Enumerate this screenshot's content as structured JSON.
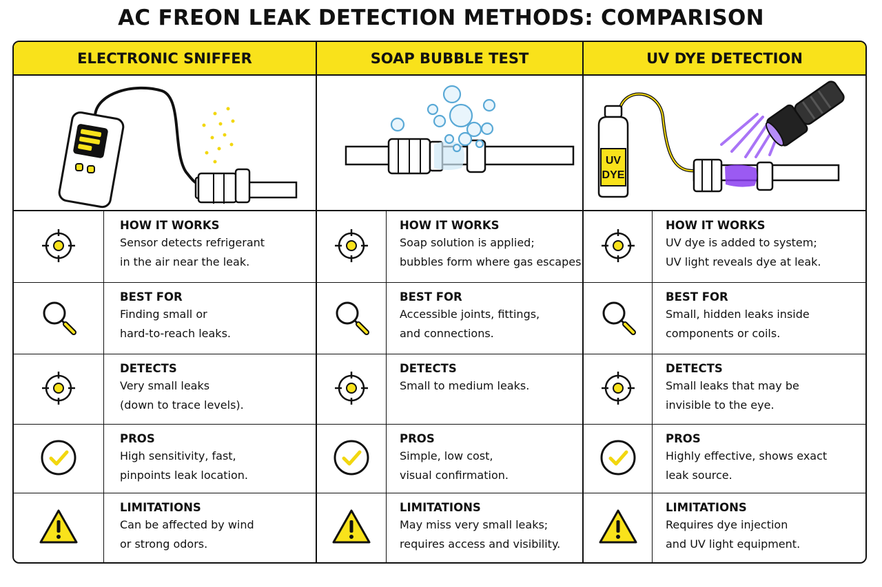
{
  "title": "AC FREON LEAK DETECTION METHODS: COMPARISON",
  "colors": {
    "accent": "#f9e21b",
    "outline": "#111111",
    "water": "#5aa9d6",
    "uv": "#8a3df0"
  },
  "illustration_text": {
    "uv_bottle_label_1": "UV",
    "uv_bottle_label_2": "DYE"
  },
  "methods": [
    {
      "name": "ELECTRONIC SNIFFER",
      "rows": [
        {
          "label": "HOW IT WORKS",
          "icon": "crosshair-icon",
          "line1": "Sensor detects refrigerant",
          "line2": "in the air near the leak."
        },
        {
          "label": "BEST FOR",
          "icon": "magnifier-icon",
          "line1": "Finding small or",
          "line2": "hard-to-reach leaks."
        },
        {
          "label": "DETECTS",
          "icon": "crosshair-icon",
          "line1": "Very small leaks",
          "line2": "(down to trace levels)."
        },
        {
          "label": "PROS",
          "icon": "check-circle-icon",
          "line1": "High sensitivity, fast,",
          "line2": "pinpoints leak location."
        },
        {
          "label": "LIMITATIONS",
          "icon": "warning-icon",
          "line1": "Can be affected by wind",
          "line2": "or strong odors."
        }
      ]
    },
    {
      "name": "SOAP BUBBLE TEST",
      "rows": [
        {
          "label": "HOW IT WORKS",
          "icon": "crosshair-icon",
          "line1": "Soap solution is applied;",
          "line2": "bubbles form where gas escapes."
        },
        {
          "label": "BEST FOR",
          "icon": "magnifier-icon",
          "line1": "Accessible joints, fittings,",
          "line2": "and connections."
        },
        {
          "label": "DETECTS",
          "icon": "crosshair-icon",
          "line1": "Small to medium leaks.",
          "line2": ""
        },
        {
          "label": "PROS",
          "icon": "check-circle-icon",
          "line1": "Simple, low cost,",
          "line2": "visual confirmation."
        },
        {
          "label": "LIMITATIONS",
          "icon": "warning-icon",
          "line1": "May miss very small leaks;",
          "line2": "requires access and visibility."
        }
      ]
    },
    {
      "name": "UV DYE DETECTION",
      "rows": [
        {
          "label": "HOW IT WORKS",
          "icon": "crosshair-icon",
          "line1": "UV dye is added to system;",
          "line2": "UV light reveals dye at leak."
        },
        {
          "label": "BEST FOR",
          "icon": "magnifier-icon",
          "line1": "Small, hidden leaks inside",
          "line2": "components or coils."
        },
        {
          "label": "DETECTS",
          "icon": "crosshair-icon",
          "line1": "Small leaks that may be",
          "line2": "invisible to the eye."
        },
        {
          "label": "PROS",
          "icon": "check-circle-icon",
          "line1": "Highly effective, shows exact",
          "line2": "leak source."
        },
        {
          "label": "LIMITATIONS",
          "icon": "warning-icon",
          "line1": "Requires dye injection",
          "line2": "and UV light equipment."
        }
      ]
    }
  ]
}
